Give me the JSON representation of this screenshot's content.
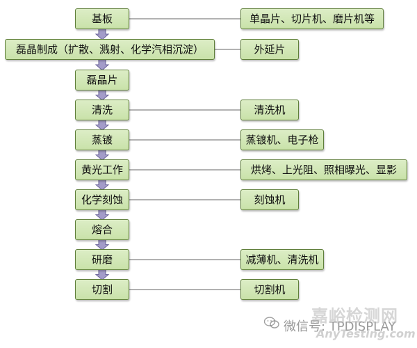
{
  "process_steps": [
    {
      "label": "基板"
    },
    {
      "label": "磊晶制成（扩散、溅射、化学汽相沉淀）"
    },
    {
      "label": "磊晶片"
    },
    {
      "label": "清洗"
    },
    {
      "label": "蒸镀"
    },
    {
      "label": "黄光工作"
    },
    {
      "label": "化学刻蚀"
    },
    {
      "label": "熔合"
    },
    {
      "label": "研磨"
    },
    {
      "label": "切割"
    }
  ],
  "equipment": [
    {
      "step": 0,
      "label": "单晶片、切片机、磨片机等"
    },
    {
      "step": 1,
      "label": "外延片"
    },
    {
      "step": 3,
      "label": "清洗机"
    },
    {
      "step": 4,
      "label": "蒸镀机、电子枪"
    },
    {
      "step": 5,
      "label": "烘烤、上光阻、照相曝光、显影"
    },
    {
      "step": 6,
      "label": "刻蚀机"
    },
    {
      "step": 8,
      "label": "减薄机、清洗机"
    },
    {
      "step": 9,
      "label": "切割机"
    }
  ],
  "watermark": {
    "wechat_text": "微信号: TPDISPLAY",
    "logo_text": "嘉峪检测网",
    "site_text": "AnyTesting.com"
  },
  "colors": {
    "node_fill": "#cfe5b2",
    "node_border": "#5f7f3a",
    "connector": "#666666",
    "arrow_fill": "#a39cc9",
    "arrow_stroke": "#6a639a"
  }
}
